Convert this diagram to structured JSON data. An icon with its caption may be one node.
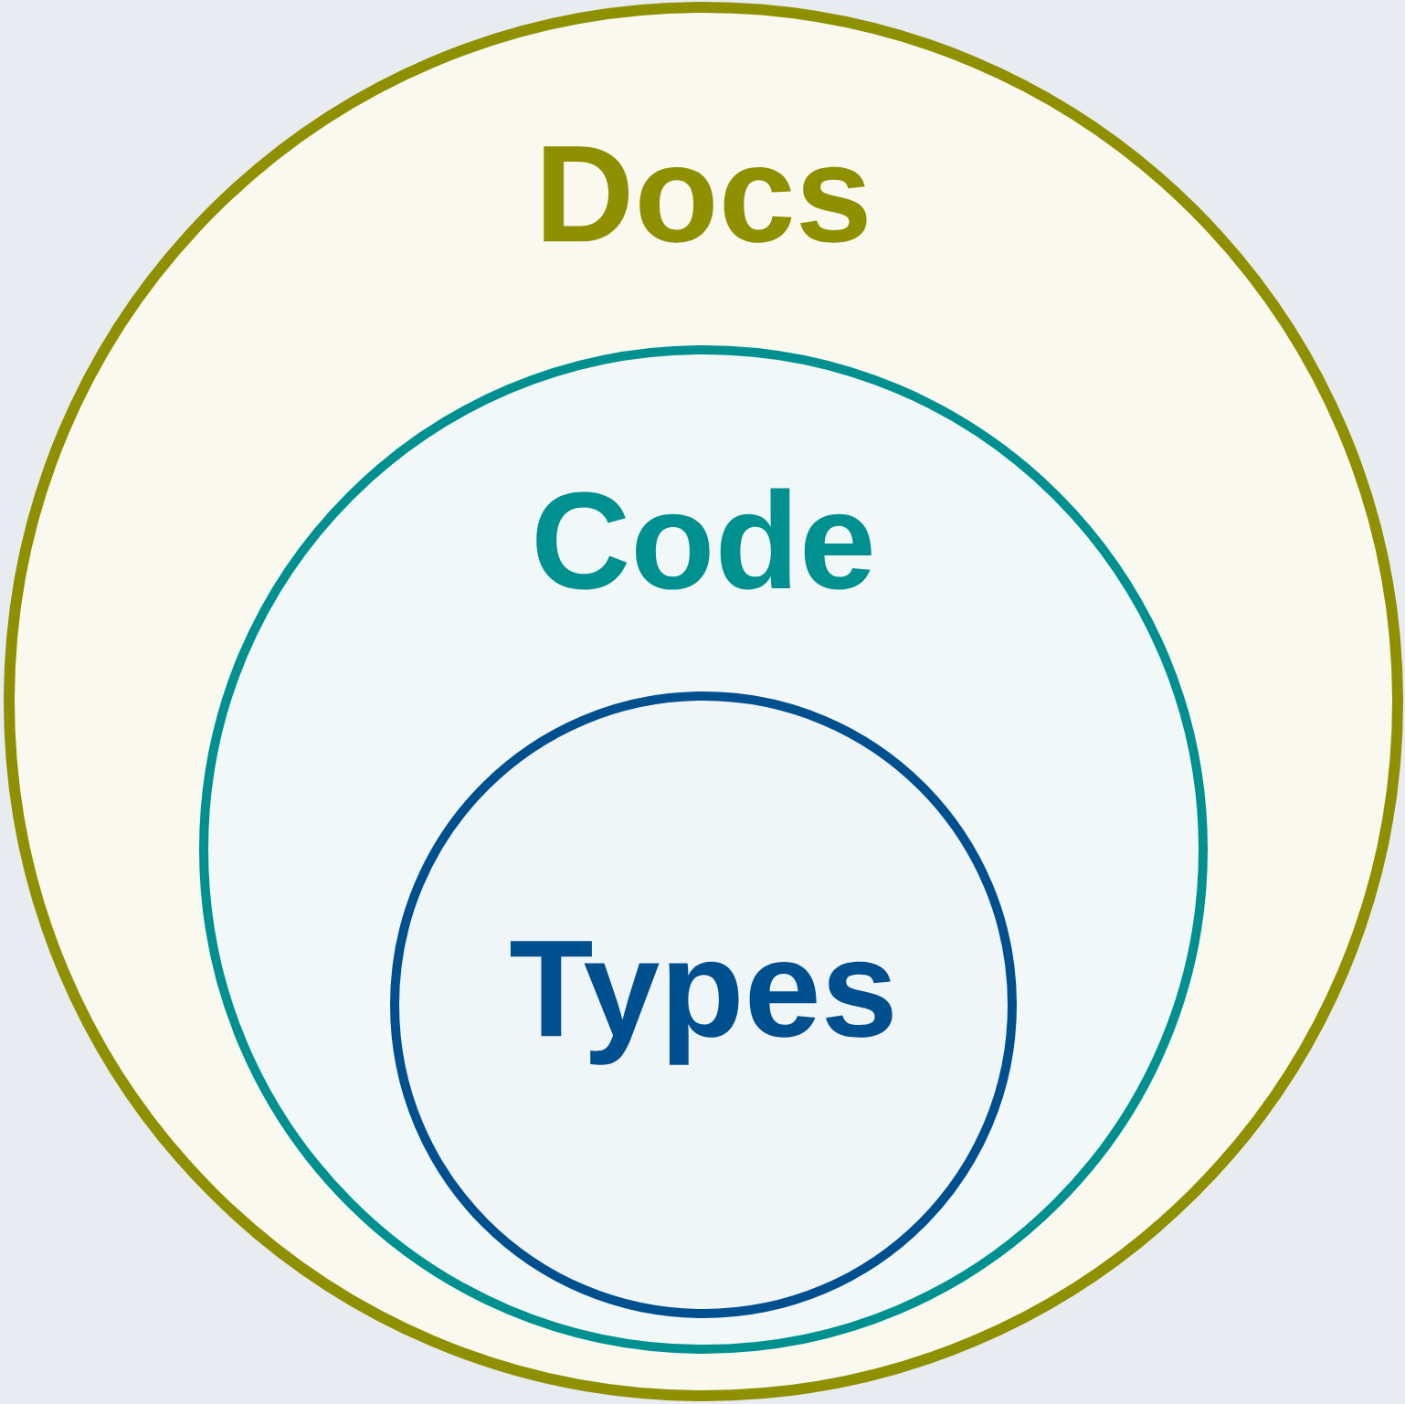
{
  "diagram": {
    "nodes": [
      {
        "text": [
          "Docs"
        ]
      },
      {
        "text": [
          "Code"
        ],
        "in": 0
      },
      {
        "text": [
          "Types"
        ],
        "in": 1
      }
    ]
  }
}
